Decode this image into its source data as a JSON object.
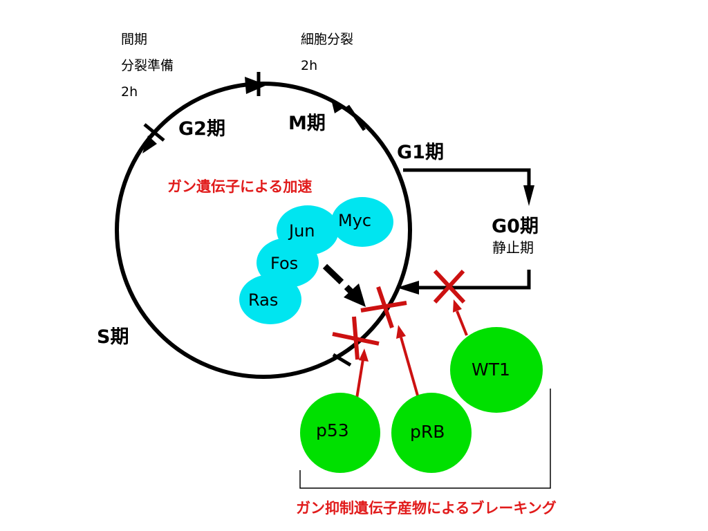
{
  "notes": {
    "interphase": [
      "間期",
      "分裂準備",
      "2h"
    ],
    "division": [
      "細胞分裂",
      "2h"
    ]
  },
  "phases": {
    "g2": "G2期",
    "m": "M期",
    "g1": "G1期",
    "s": "S期",
    "g0": "G0期",
    "g0_sub": "静止期"
  },
  "oncogene_caption": "ガン遺伝子による加速",
  "oncogenes": [
    "Myc",
    "Jun",
    "Fos",
    "Ras"
  ],
  "suppressors": [
    "WT1",
    "p53",
    "pRB"
  ],
  "suppressor_caption": "ガン抑制遺伝子産物によるブレーキング",
  "colors": {
    "oncogene_fill": "#00e5f0",
    "suppressor_fill": "#00e000",
    "inhibit": "#cc1111",
    "caption_red": "#e11b1b"
  }
}
